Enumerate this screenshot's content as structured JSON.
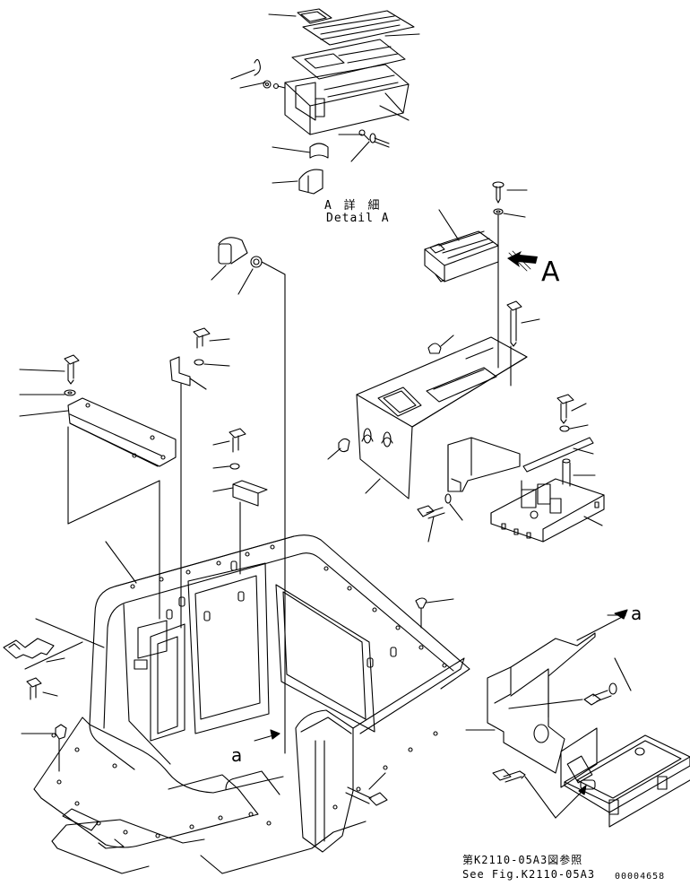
{
  "labels": {
    "detail_jp": "A 詳 細",
    "detail_en": "Detail A",
    "view_arrow_letter": "A",
    "connection_letter_upper": "a",
    "connection_letter_lower": "a",
    "reference_jp": "第K2110-05A3図参照",
    "reference_en": "See Fig.K2110-05A3",
    "document_id": "00004658"
  },
  "colors": {
    "line": "#000000",
    "background": "#ffffff"
  }
}
